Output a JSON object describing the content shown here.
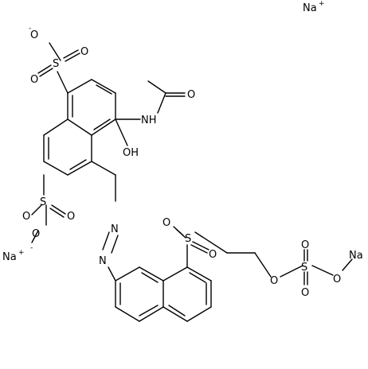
{
  "labels": {
    "na_top": "Na",
    "na_top_charge": "+",
    "na_left": "Na",
    "na_left_charge": "+",
    "o_minus_top": "O",
    "o_minus_top_charge": "-",
    "s_top": "S",
    "o_top_a": "O",
    "o_top_b": "O",
    "nh": "NH",
    "o_carbonyl": "O",
    "oh": "OH",
    "s_mid": "S",
    "o_mid_a": "O",
    "o_mid_b": "O",
    "o_minus_mid": "O",
    "o_minus_mid_charge": "-",
    "n_azo_1": "N",
    "n_azo_2": "N",
    "s_sulfone": "S",
    "o_sulfone_a": "O",
    "o_sulfone_b": "O",
    "o_ester": "O",
    "s_sulfate": "S",
    "o_sulfate_top": "O",
    "o_sulfate_bottom": "O",
    "o_sulfate_na": "O",
    "na_right": "Na"
  },
  "colors": {
    "ink": "#000000",
    "background": "#ffffff"
  }
}
